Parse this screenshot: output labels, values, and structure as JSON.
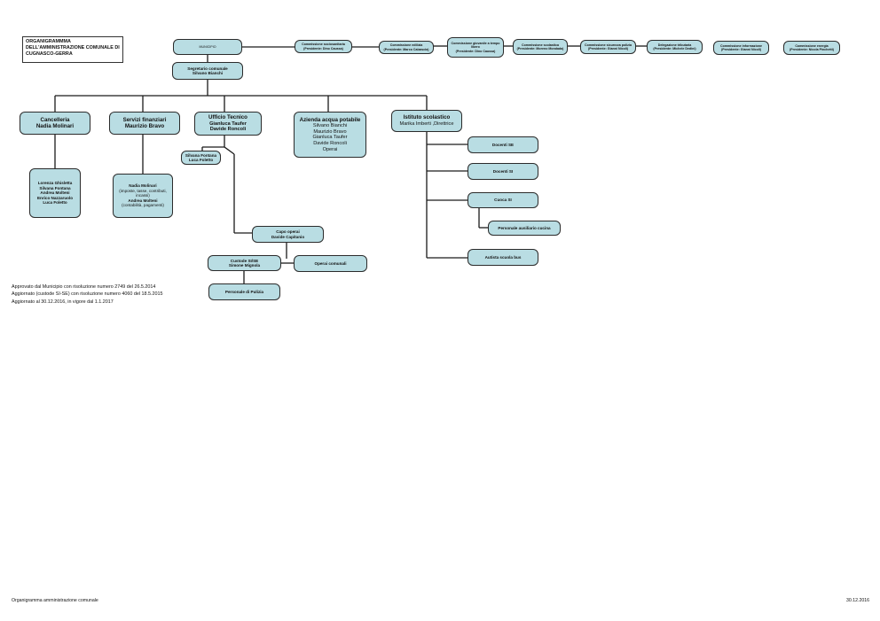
{
  "title": {
    "line1": "ORGANIGRAMMMA",
    "line2": "DELL'AMMINISTRAZIONE COMUNALE DI",
    "line3": "CUGNASCO-GERRA"
  },
  "municipio": "MUNICIPIO",
  "commissions": [
    {
      "l1": "Commissione sociosanitaria",
      "l2": "(Presidente:  Dino Caussa)"
    },
    {
      "l1": "Commissione edilizia",
      "l2": "(Presidente:  Marco Calzascia)"
    },
    {
      "l1": "Commissione giovanile a tempo",
      "l2": "libero",
      "l3": "(Presidente: Dino Caussa)"
    },
    {
      "l1": "Commissione scolastica",
      "l2": "(Presidente: Moreno Mondada)"
    },
    {
      "l1": "Commissione sicurezza polizia",
      "l2": "(Presidente:  Gianni Nicoli)"
    },
    {
      "l1": "Delegazione tributaria",
      "l2": "(Presidente: Michele Dedini)"
    },
    {
      "l1": "Commissione informazione",
      "l2": "(Presidente: Gianni Nicoli)"
    },
    {
      "l1": "Commissione energia",
      "l2": "(Presidente: Nicola Pinchetti)"
    }
  ],
  "segretario": {
    "l1": "Segretario comunale",
    "l2": "Silvano Bianchi"
  },
  "cancelleria": {
    "l1": "Cancelleria",
    "l2": "Nadia Molinari"
  },
  "servizi": {
    "l1": "Servizi finanziari",
    "l2": "Maurizio Bravo"
  },
  "ufficio": {
    "l1": "Ufficio Tecnico",
    "l2": "Gianluca Taufer",
    "l3": "Davide Roncoli"
  },
  "azienda": {
    "l1": "Azienda acqua potabile",
    "members": [
      "Silvano Bianchi",
      "Maurizio Bravo",
      "Gianluca Taufer",
      "Davide Roncoli",
      "Operai"
    ]
  },
  "istituto": {
    "l1": "Istituto scolastico",
    "l2": "Marika Imberti ,Direttrice"
  },
  "cancelleria_staff": [
    "Lorenza Ghisletta",
    "Silvana Fontana",
    "Andrea Molteni",
    "Enrico Nazzaruolo",
    "Luca Foletto"
  ],
  "servizi_staff": [
    "Nadia Molinari",
    "(imposte, tasse, contributi,",
    "incassi)",
    "Andrea Molteni",
    "(contabilità, pagamenti)"
  ],
  "tecnico_staff": {
    "l1": "Silvana Fontana",
    "l2": "Luca Foletto"
  },
  "capo_operai": {
    "l1": "Capo operai",
    "l2": "Davide Capitanio"
  },
  "custode": {
    "l1": "Custode SI/SE",
    "l2": "Simone Mignola"
  },
  "operai": "Operai comunali",
  "pulizia": "Personale di Pulizia",
  "docenti_se": "Docenti SE",
  "docenti_si": "Docenti SI",
  "cuoca": "Cuoca SI",
  "ausiliario": "Personale ausiliario cucina",
  "autista": "Autista scuola bus",
  "notes": [
    "Approvato dal Municipio con risoluzione numero 2749 del 26.5.2014",
    "Aggiornato (custode SI-SE) con risoluzione numero 4060 del 18.5.2015",
    "Aggiornato al 30.12.2016, in vigore dal 1.1.2017"
  ],
  "footer_left": "Organigramma amministrazione comunale",
  "footer_right": "30.12.2016",
  "colors": {
    "box_fill": "#b9dde3",
    "border": "#2b2b2b",
    "line": "#1a1a1a"
  }
}
